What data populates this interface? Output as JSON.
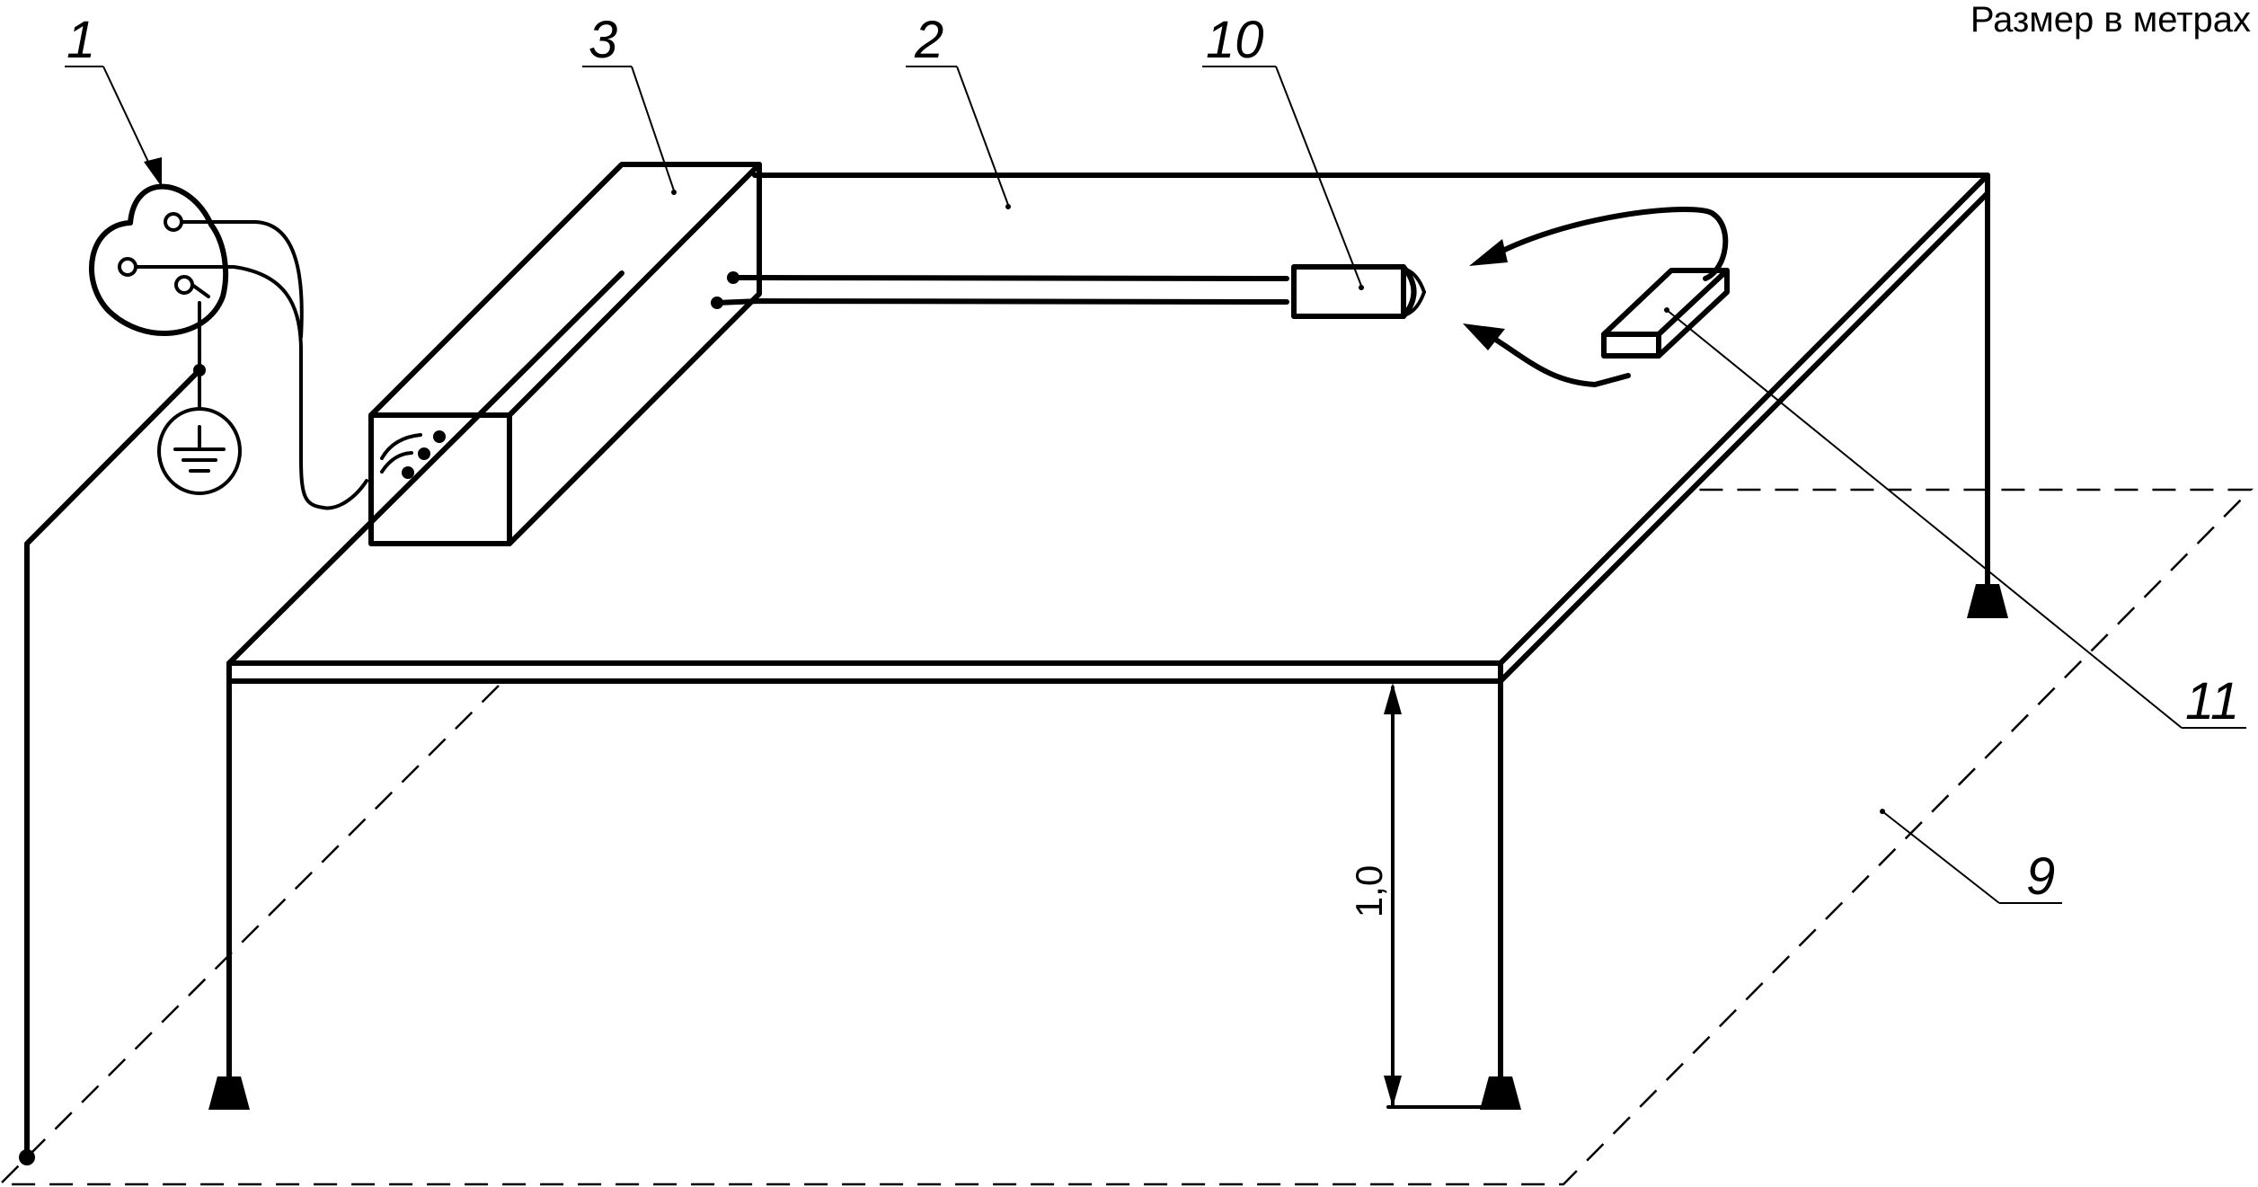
{
  "units_note": "Размер в метрах",
  "callouts": {
    "generator": "1",
    "table_top": "2",
    "box": "3",
    "ground_plane": "9",
    "cylinder": "10",
    "device": "11"
  },
  "dimension": {
    "height": "1,0"
  }
}
